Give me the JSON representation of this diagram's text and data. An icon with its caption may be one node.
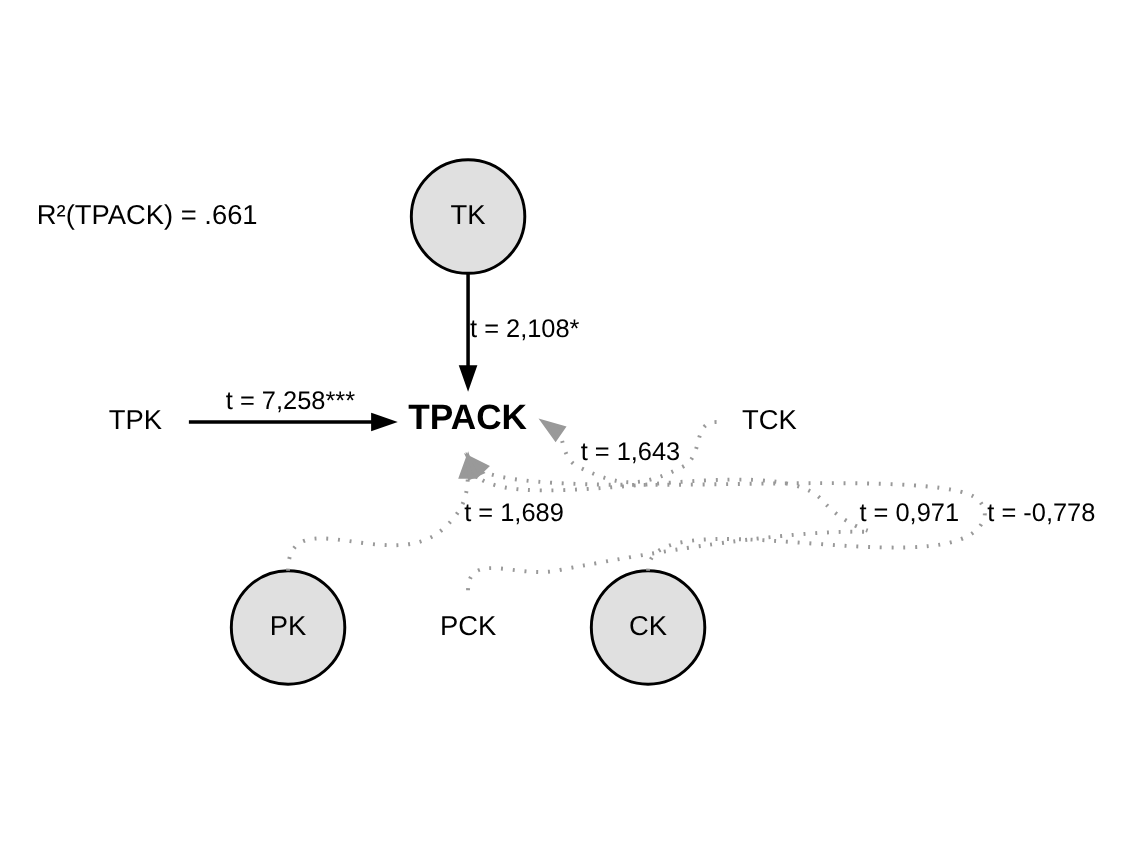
{
  "diagram": {
    "nodes": [
      {
        "text": [
          "TK"
        ]
      },
      {
        "text": [
          "TPK"
        ]
      },
      {
        "text": [
          "TPACK"
        ]
      },
      {
        "text": [
          "TCK"
        ]
      },
      {
        "text": [
          "PK"
        ]
      },
      {
        "text": [
          "PCK"
        ]
      },
      {
        "text": [
          "CK"
        ]
      }
    ],
    "edges": [
      {
        "from": 0,
        "to": 2,
        "arrow": "to",
        "label": "t = 2,108*",
        "color": "#000000"
      },
      {
        "from": 1,
        "to": 2,
        "arrow": "to",
        "label": "t = 7,258***",
        "color": "#000000"
      },
      {
        "from": 3,
        "to": 2,
        "arrow": "to",
        "label": "t = 1,643",
        "style": "dashed",
        "color": "#999999"
      },
      {
        "from": 4,
        "to": 2,
        "arrow": "to",
        "label": "t = 1,689",
        "style": "dashed",
        "color": "#999999"
      },
      {
        "from": 5,
        "to": 2,
        "arrow": "to",
        "label": "t = 0,971",
        "style": "dashed",
        "color": "#999999"
      },
      {
        "from": 6,
        "to": 2,
        "arrow": "to",
        "label": "t = -0,778",
        "style": "dashed",
        "color": "#999999"
      }
    ],
    "labels": [
      "R²(TPACK) = .661"
    ]
  }
}
